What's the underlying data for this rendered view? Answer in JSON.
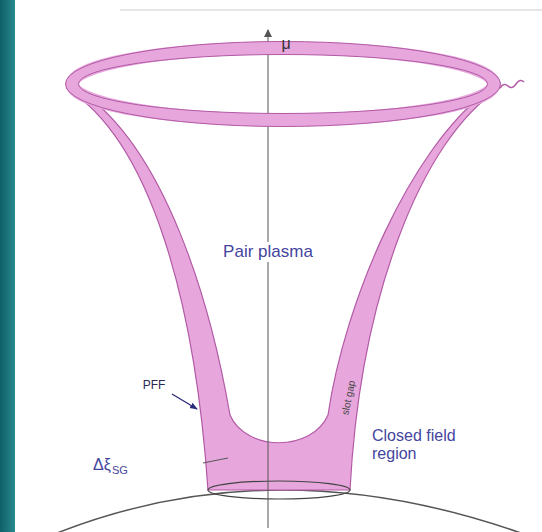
{
  "diagram": {
    "labels": [
      "μ",
      "Pair plasma",
      "PFF",
      "slot gap",
      "Closed field region",
      "Δξ",
      "SG"
    ]
  }
}
